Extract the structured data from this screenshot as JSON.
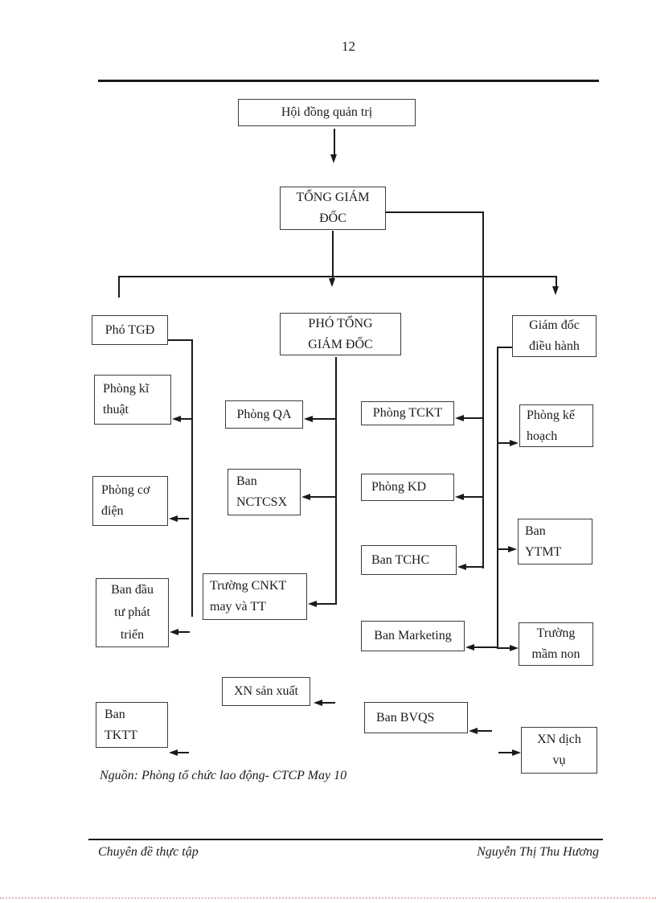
{
  "page_number": "12",
  "diagram": {
    "nodes": {
      "hoi_dong_quan_tri": "Hội đồng quản trị",
      "tong_giam_doc": "TỔNG GIÁM\nĐỐC",
      "pho_tgd": "Phó TGĐ",
      "pho_tong_giam_doc": "PHÓ TỔNG\nGIÁM ĐỐC",
      "giam_doc_dieu_hanh": "Giám đốc\nđiều hành",
      "phong_ki_thuat": "Phòng kĩ\nthuật",
      "phong_co_dien": "Phòng cơ\nđiện",
      "ban_dau_tu": "Ban đầu\ntư phát\ntriển",
      "ban_tktt": "Ban\nTKTT",
      "phong_qa": "Phòng QA",
      "ban_nctcsx": "Ban\nNCTCSX",
      "truong_cnkt": "Trường CNKT\nmay và TT",
      "xn_san_xuat": "XN sản xuất",
      "phong_tckt": "Phòng TCKT",
      "phong_kd": "Phòng KD",
      "ban_tchc": "Ban TCHC",
      "ban_marketing": "Ban Marketing",
      "ban_bvqs": "Ban BVQS",
      "phong_ke_hoach": "Phòng kế\nhoạch",
      "ban_ytmt": "Ban\nYTMT",
      "truong_mam_non": "Trường\nmầm non",
      "xn_dich_vu": "XN dịch\nvụ"
    }
  },
  "source_note": "Nguồn: Phòng tổ chức lao động- CTCP May 10",
  "footer": {
    "left": "Chuyên đề thực tập",
    "right": "Nguyễn Thị Thu Hương"
  }
}
